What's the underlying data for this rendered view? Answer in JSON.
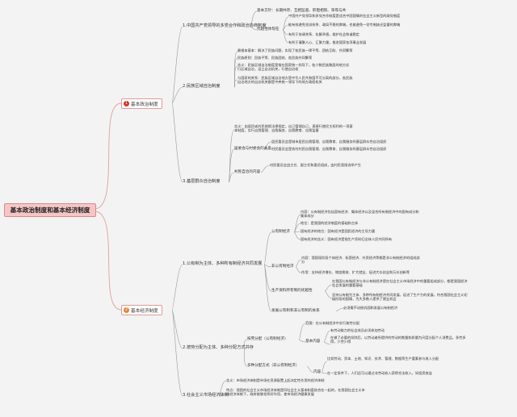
{
  "root": "基本政治制度和基本经济制度",
  "branches": {
    "b1": {
      "num": "1",
      "label": "基本政治制度",
      "color": "#d9322b"
    },
    "b2": {
      "num": "2",
      "label": "基本经济制度",
      "color": "#e8822b"
    }
  },
  "pol": {
    "s1": "1.中国共产党领导的多党合作和政治协商制度",
    "s1_basic": "基本方针：长期共存、互相监督、肝胆相照、荣辱与共",
    "s1_adv": "优越性体现在",
    "s1_adv_items": [
      "中国共产党领导和多党合作制度是适合中国国情的社会主义新型的政党制度",
      "能有效避免党派纷争、政局不稳的弊端，也能避免一党专制缺乏监督的弊端",
      "有利于协调关系、化解矛盾，维护社会和谐稳定",
      "有利于凝聚人心、汇聚力量，推进国家各项事业发展"
    ],
    "s2": "2.民族区域自治制度",
    "s2_items": [
      "最根本基本：解决了民族问题，实现了各民族一律平等、团结互助、共同繁荣",
      "民族原则：民族平等、民族团结、各民族共同繁荣",
      "含义：民族区域自治制度是指在国家统一领导下，各少数民族聚居的地方实行区域自治，设立自治机关，行使自治权",
      "与国家的关系：民族区域自治地方是中华人民共和国不可分离的部分，各民族自治地方的自治机关都是中央统一领导下的地方政权机关"
    ],
    "s3": "3.基层群众自治制度",
    "s3_meaning": "含义：由居民或村民按照法律规定，自己管理自己，直接行使民主权利的一项基本制度，实行自我管理、自我服务、自我教育、自我监督",
    "s3_org": "居委会与村委会的关系",
    "s3_org_items": [
      "居民委员会是城市居民自我管理、自我教育、自我服务的基层群众性自治组织",
      "村民委员会是农村村民自我管理、自我教育、自我服务的基层群众性自治组织"
    ],
    "s3_content": "村民自治的内容",
    "s3_content_item": "村民委员会由主任、副主任和委员组成，由村民直接选举产生"
  },
  "eco": {
    "s1": "1.公有制为主体、多种所有制经济共同发展",
    "pub": "公有制经济",
    "pub_items": [
      "内容：公有制经济包括国有经济、集体经济以及混合所有制经济中的国有成分和集体成分",
      "地位：是我国的经济制度的基础和主体",
      "国有经济的地位：国有经济是国民经济的主导力量",
      "国有经济的含义：国有经济是指生产资料归全体人民共同所有"
    ],
    "nonpub": "非公有制经济",
    "nonpub_items": [
      "内容：我国现阶段个体经济、私营经济、外资经济等都是非公有制经济的组成部分",
      "作用：支持经济增长、增加税收、扩大就业、促进大众创业和万众创新等"
    ],
    "pm": "生产资料所有制的优越性",
    "pm_items": [
      "在我国公有制经济与非公有制经济是在社会主义市场经济中的重要组成部分，都是我国经济社会发展的重要基础",
      "坚持公有制为主体、多种所有制经济共同发展，促进了生产力的发展，符合我国社会主义初级阶段的国情，为大多数人提供了就业机会"
    ],
    "dev": "发展公有制和非公有制的关系",
    "dev_item": "必须毫不动摇巩固和发展公有制经济",
    "s2": "2.按劳分配为主体、多种分配方式并存",
    "labor": "按劳分配（公有制经济）",
    "labor_items": [
      "范围：在公有制经济中实行按劳分配",
      "有劳动能力的社会成员必须参加劳动",
      "在做了必要的扣除后，以劳动者所提供的劳动的数量和质量为尺度分配个人消费品，多劳多得，少劳少得"
    ],
    "labor_basic": "基本内容",
    "other": "多种分配方式（非公有制经济）",
    "other_items": [
      "比如劳动、资本、土地、知识、技术、管理、数据等生产要素参与收入分配",
      "在一定条件下，人们还可以通过非劳动收入获得合法收入，如投资收益"
    ],
    "other_content": "内容",
    "s3": "3.社会主义市场经济体制",
    "s3_items": [
      "含义：市场经济体制是市场在资源配置上起决定性作用的经济体制",
      "特点：我国的社会主义市场经济体制是同社会主义基本制度结合在一起的，在我国社会主义市场经济体制下，政府能够发挥好作用，使市场经济健康发展"
    ]
  }
}
